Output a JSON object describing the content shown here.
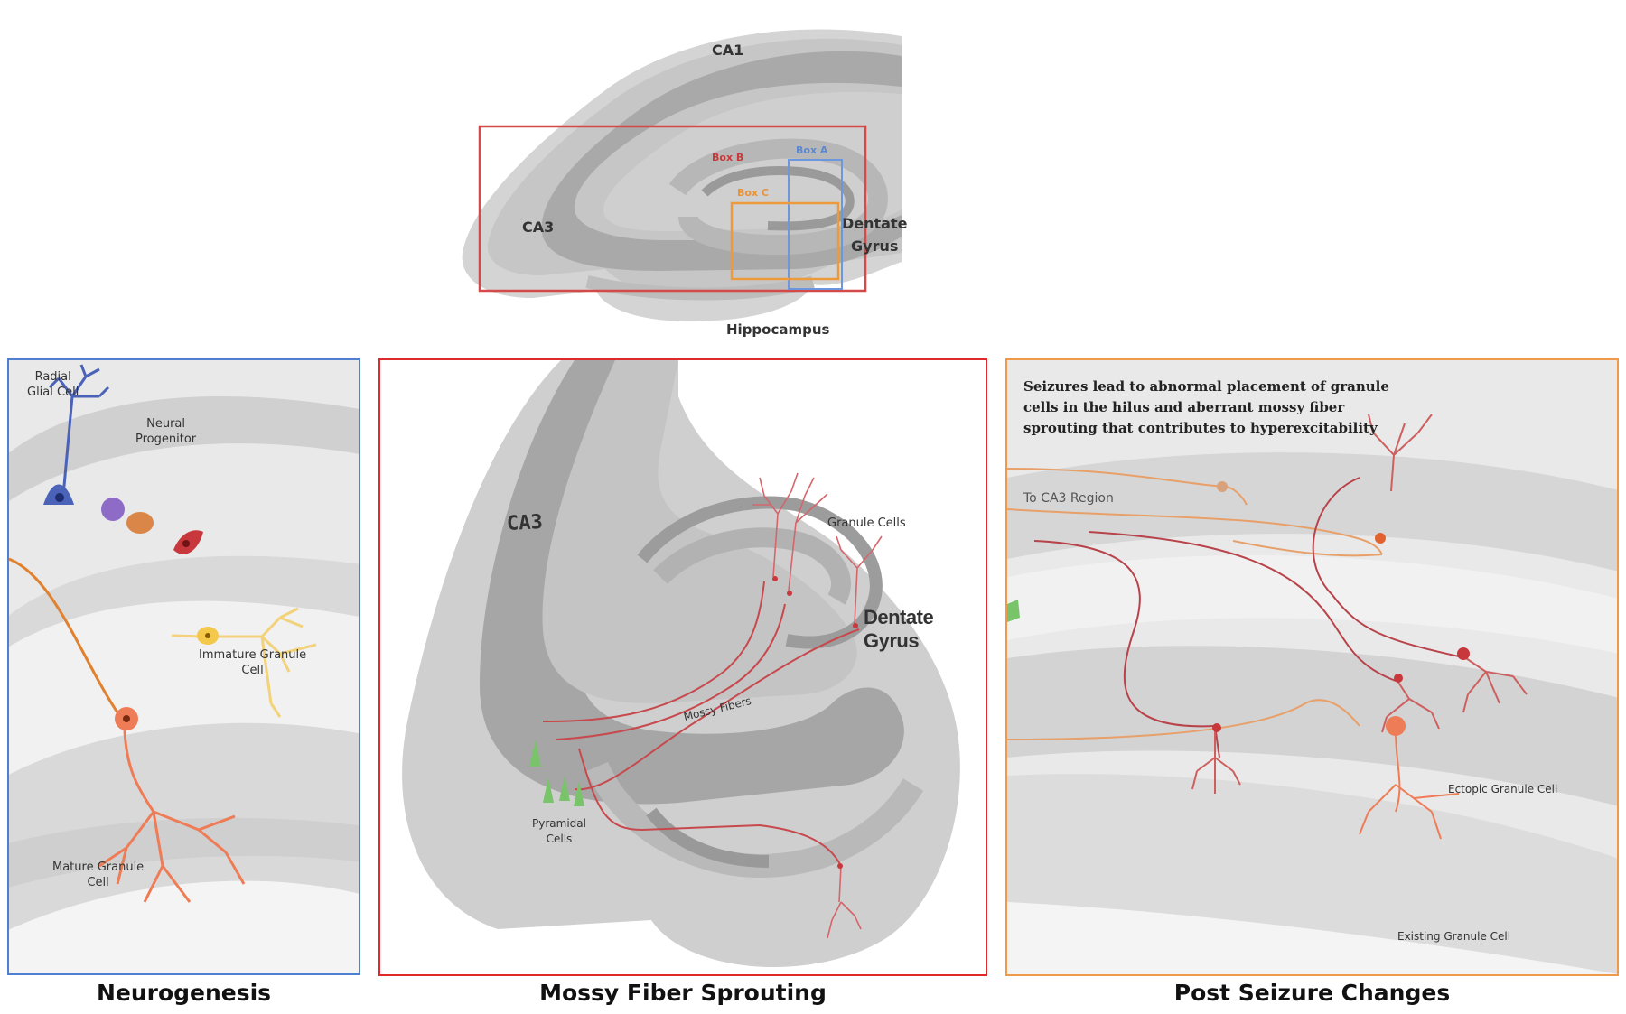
{
  "overview": {
    "title": "Hippocampus",
    "labels": {
      "ca1": "CA1",
      "ca3": "CA3",
      "dentate_line1": "Dentate",
      "dentate_line2": "Gyrus"
    },
    "boxes": {
      "a": "Box A",
      "b": "Box B",
      "c": "Box C"
    }
  },
  "panels": [
    {
      "caption": "Neurogenesis",
      "border_color": "#4f7fd0",
      "labels": {
        "radial_glial": [
          "Radial",
          "Glial Cell"
        ],
        "neural_progenitor": [
          "Neural",
          "Progenitor"
        ],
        "immature_granule": [
          "Immature Granule",
          "Cell"
        ],
        "mature_granule": [
          "Mature Granule",
          "Cell"
        ]
      }
    },
    {
      "caption": "Mossy Fiber Sprouting",
      "border_color": "#e02a2a",
      "labels": {
        "ca3": "CA3",
        "granule_cells": "Granule Cells",
        "dentate_gyrus": "Dentate Gyrus",
        "mossy_fibers": "Mossy Fibers",
        "pyramidal": [
          "Pyramidal",
          "Cells"
        ]
      }
    },
    {
      "caption": "Post Seizure Changes",
      "border_color": "#ee9a4a",
      "description": [
        "Seizures lead to abnormal placement of granule",
        "cells in the hilus and aberrant mossy fiber",
        "sprouting that contributes to hyperexcitability"
      ],
      "labels": {
        "to_ca3": "To CA3 Region",
        "ectopic": "Ectopic Granule Cell",
        "existing": "Existing  Granule Cell"
      }
    }
  ],
  "colors": {
    "box_a": "#6c97dc",
    "box_b": "#d44a4a",
    "box_c": "#ec9a3c",
    "neuron_red": "#c0454a",
    "neuron_orange": "#ee7c56"
  }
}
